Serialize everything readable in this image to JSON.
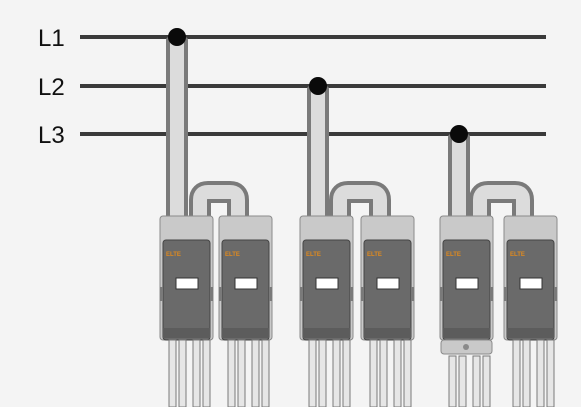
{
  "diagram": {
    "phases": [
      {
        "label": "L1"
      },
      {
        "label": "L2"
      },
      {
        "label": "L3"
      }
    ],
    "colors": {
      "background": "#f4f4f4",
      "busbar": "#3a3a3a",
      "tap_point": "#0a0a0a",
      "conductor": "#dcdcdc",
      "device_body": "#6a6a6a",
      "brand_accent": "#e08a1e"
    },
    "device_brand_text": "ELTE",
    "groups": [
      {
        "phase": "L1",
        "devices": 2
      },
      {
        "phase": "L2",
        "devices": 2
      },
      {
        "phase": "L3",
        "devices": 2
      }
    ]
  }
}
